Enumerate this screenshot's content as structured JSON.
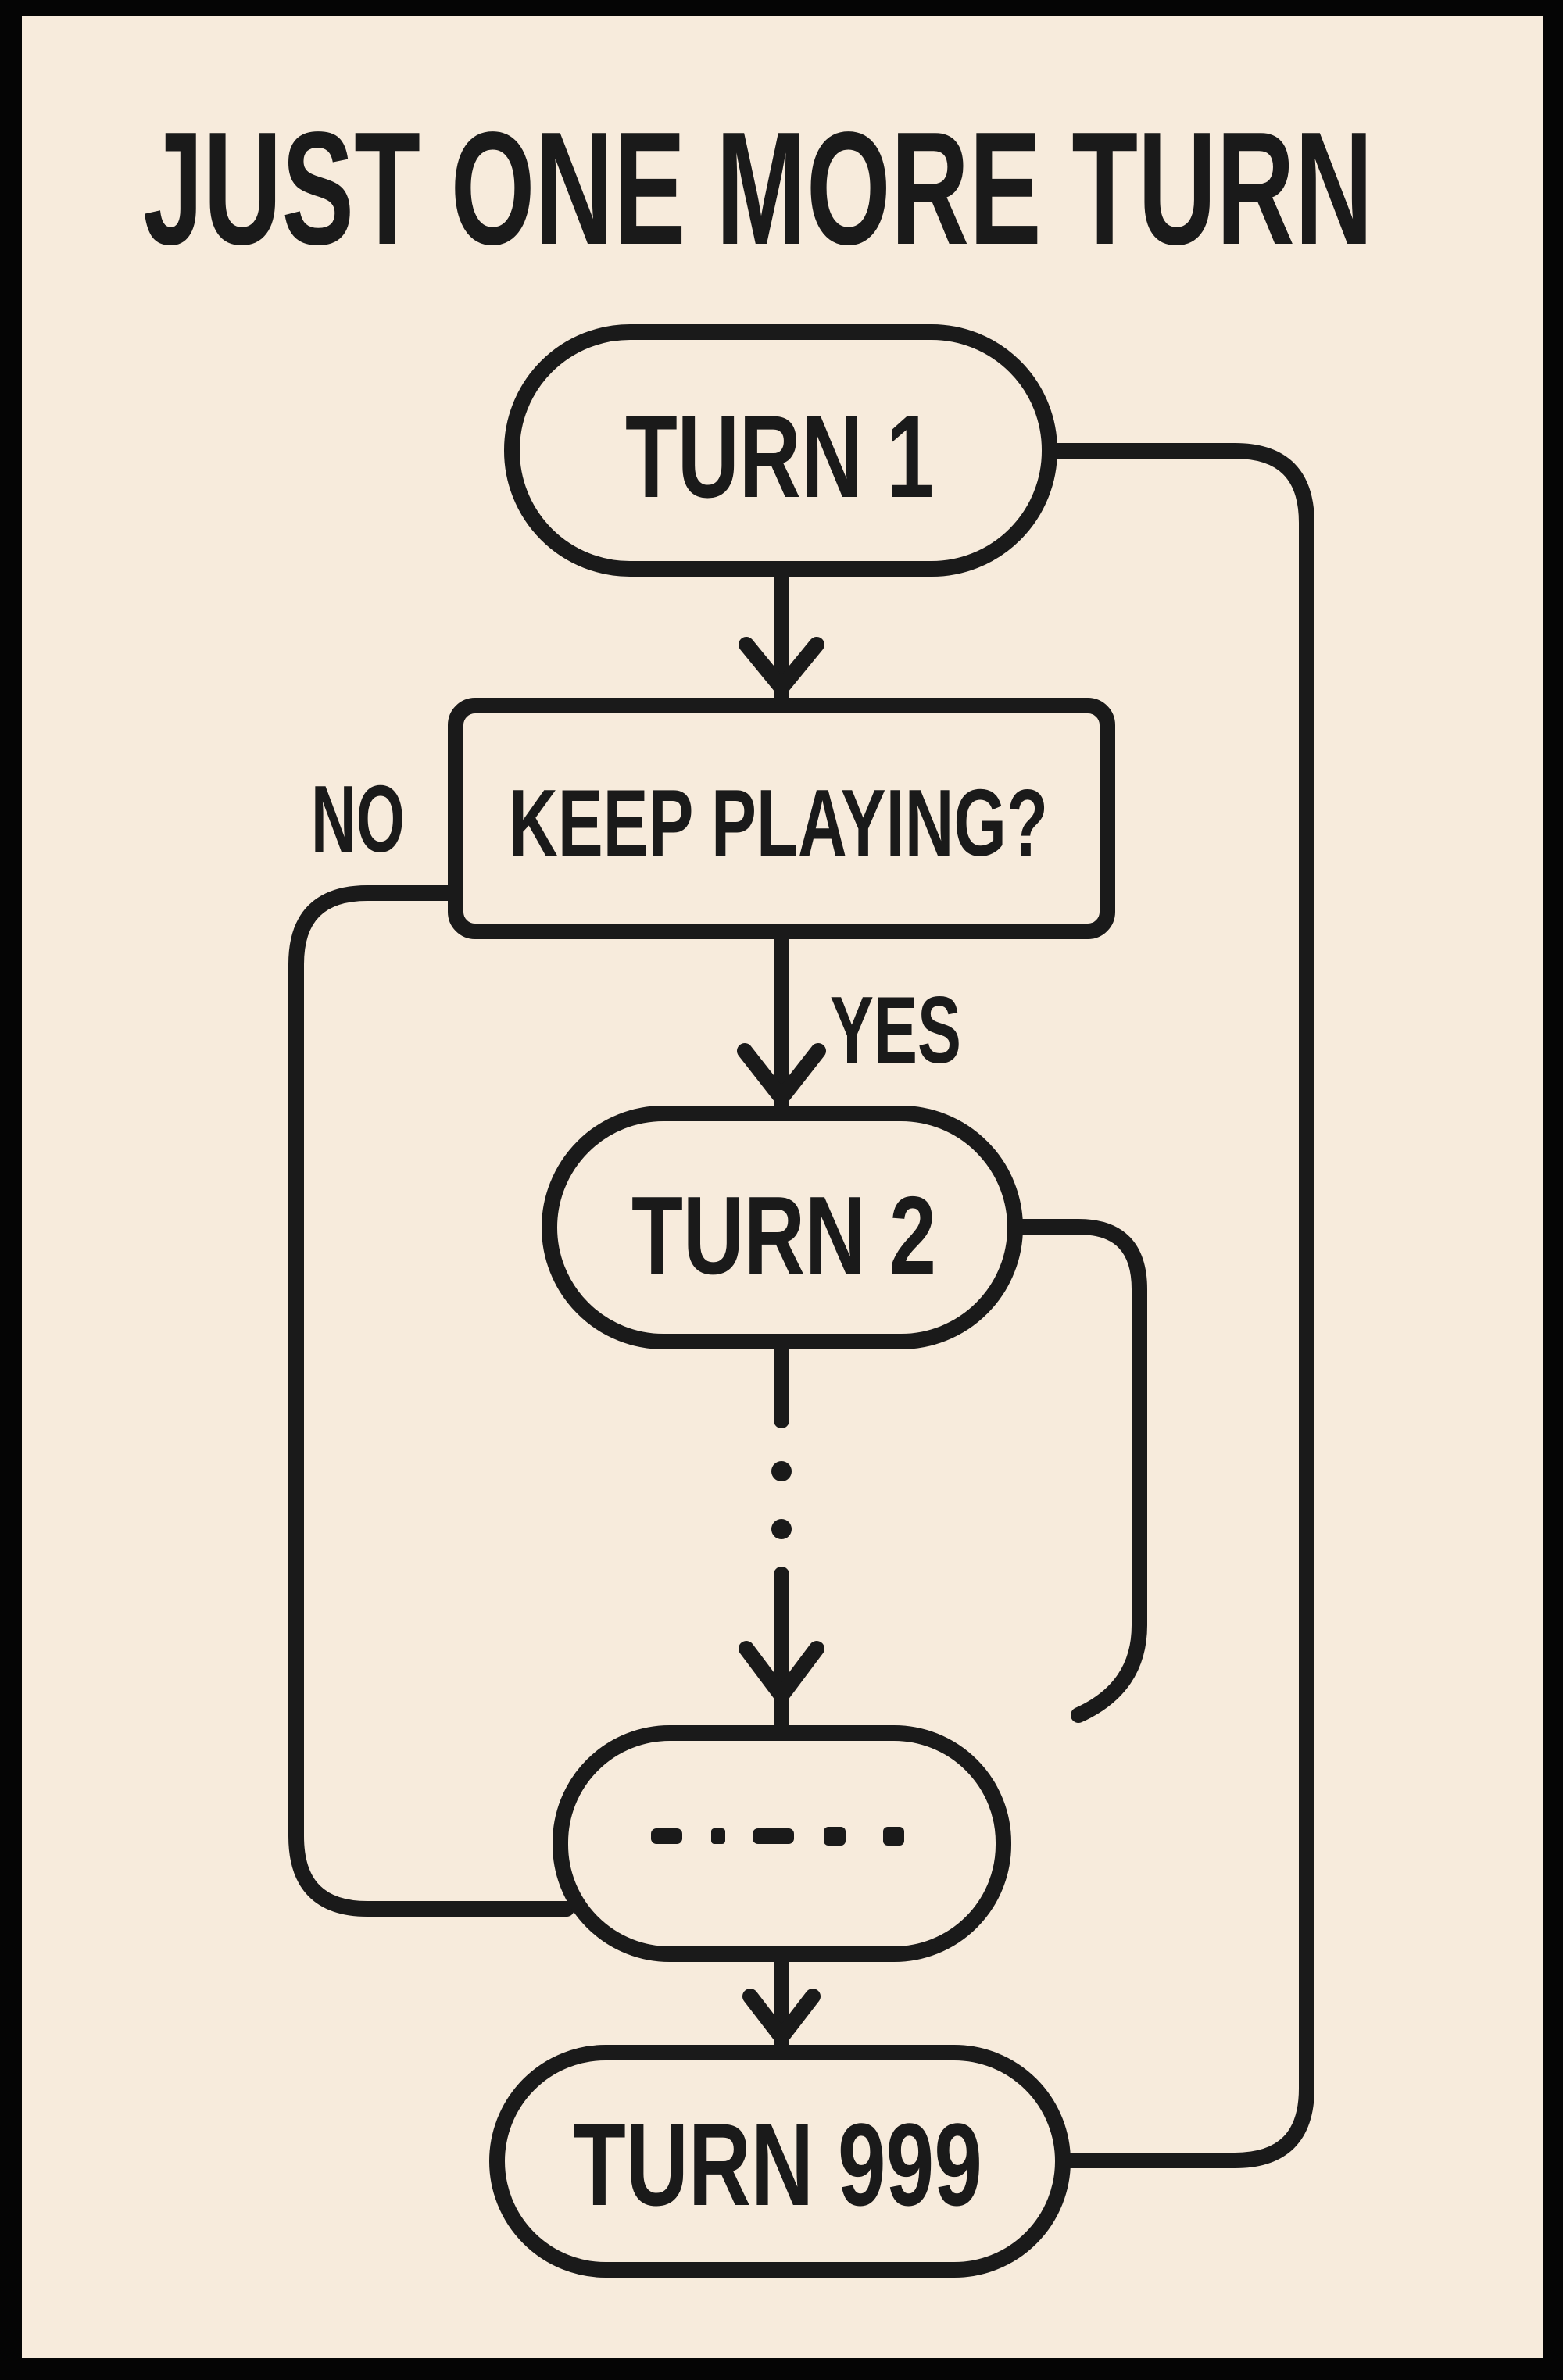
{
  "title": "JUST ONE MORE TURN",
  "colors": {
    "paper": "#f7ebdc",
    "ink": "#1a1a1a",
    "frame": "#050505"
  },
  "nodes": {
    "turn1": {
      "label": "TURN 1",
      "shape": "terminator"
    },
    "decision": {
      "label": "KEEP PLAYING?",
      "shape": "process-box"
    },
    "turn2": {
      "label": "TURN 2",
      "shape": "terminator"
    },
    "ellipsis_node": {
      "label": "",
      "shape": "terminator",
      "content": "dash-placeholder"
    },
    "turn999": {
      "label": "TURN 999",
      "shape": "terminator"
    }
  },
  "edges": {
    "no_label": "NO",
    "yes_label": "YES",
    "list": [
      {
        "from": "turn1",
        "to": "decision",
        "type": "arrow"
      },
      {
        "from": "decision",
        "to": "turn2",
        "type": "arrow",
        "label": "YES"
      },
      {
        "from": "decision",
        "to": "ellipsis_node",
        "type": "loop-left",
        "label": "NO"
      },
      {
        "from": "turn2",
        "to": "ellipsis_node",
        "type": "dotted-arrow"
      },
      {
        "from": "turn2",
        "to": "ellipsis_node",
        "type": "loop-right"
      },
      {
        "from": "ellipsis_node",
        "to": "turn999",
        "type": "arrow"
      },
      {
        "from": "turn1",
        "to": "turn999",
        "type": "loop-right-outer"
      }
    ]
  }
}
